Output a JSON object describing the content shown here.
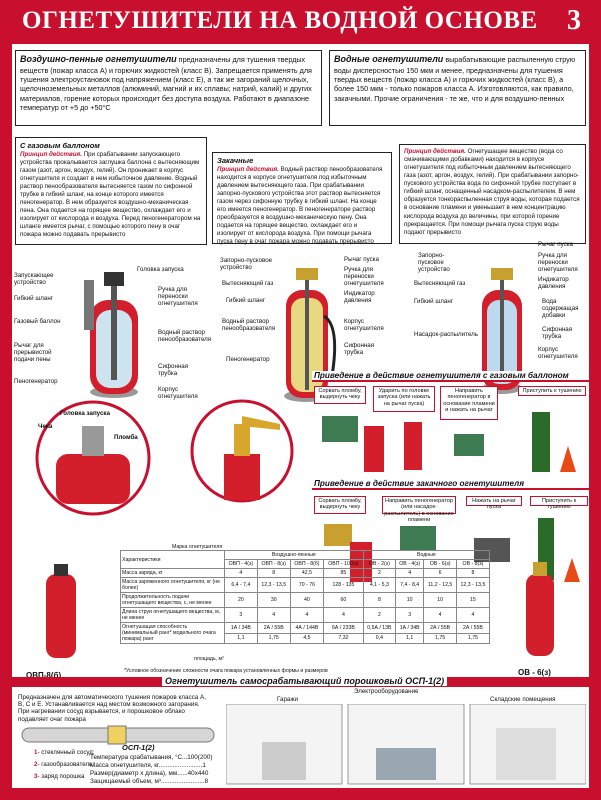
{
  "header": {
    "title": "ОГНЕТУШИТЕЛИ НА ВОДНОЙ ОСНОВЕ",
    "number": "3"
  },
  "intro_left": {
    "heading": "Воздушно-пенные огнетушители",
    "text": "предназначены для тушения твердых веществ (пожар класса А) и горючих жидкостей (класс В). Запрещается применять для тушения электроустановок под напряжением (класс Е), а так же загораний щелочных, щелочноземельных металлов (алюминий, магний и их сплавы; натрий, калий) и других материалов, горение которых происходит без доступа воздуха. Работают в диапазоне температур от +5 до +50°С"
  },
  "intro_right": {
    "heading": "Водные огнетушители",
    "text": "вырабатывающие распыленную струю воды дисперсностью 150 мкм и менее, предназначены для тушения твердых веществ (пожар класса А) и горючих жидкостей (класс В), а более 150 мкм - только пожаров класса А. Изготовляются, как правило, закачными. Прочие ограничения - те же, что и для воздушно-пенных"
  },
  "col1": {
    "heading": "С газовым баллоном",
    "principle_label": "Принцип действия.",
    "text": "При срабатывании запускающего устройства прокалывается заглушка баллона с вытесняющим газом (азот, аргон, воздух, гелий). Он проникает в корпус огнетушителя и создает в нем избыточное давление. Водный раствор пенообразователя вытесняется газом по сифонной трубке в гибкий шланг, на конце которого имеется пеногенератор. В нем образуется воздушно-механическая пена. Она подается на горящее вещество, охлаждает его и изолирует от кислорода и воздуха. Перед пеногенератором на шланге имеется рычаг, с помощью которого пену в очаг пожара можно подавать прерывисто"
  },
  "col2": {
    "heading": "Закачные",
    "principle_label": "Принцип действия.",
    "text": "Водный раствор пенообразователя находится в корпусе огнетушителя под избыточным давлением вытесняющего газа. При срабатывании запорно-пускового устройства этот раствор вытесняется газом через сифонную трубку в гибкий шланг. На конце его имеется пеногенератор. В пеногенераторе раствор преобразуется в воздушно-механическую пену. Она подается на горящее вещество, охлаждает его и изолирует от кислорода воздуха. При помощи рычага пуска пену в очаг пожара можно подавать прерывисто"
  },
  "col3": {
    "principle_label": "Принцип действия.",
    "text": "Огнетушащее вещество (вода со смачивающими добавками) находится в корпусе огнетушителя под избыточным давлением вытесняющего газа (азот, аргон, воздух, гелий). При срабатывании запорно-пускового устройства вода по сифонной трубке поступает в гибкий шланг, оснащенный насадком-распылителем. В нем образуется тонкораспыленная струя воды, которая подается в основание пламени и уменьшает в нем концентрацию кислорода воздуха до величины, при которой горение прекращается. При помощи рычага пуска струю воды подают прерывисто"
  },
  "labels1": [
    "Головка запуска",
    "Запускающее устройство",
    "Гибкий шланг",
    "Газовый баллон",
    "Рычаг для прерывистой подачи пены",
    "Пеногенератор",
    "Ручка для переноски огнетушителя",
    "Водный раствор пенообразователя",
    "Сифонная трубка",
    "Корпус огнетушителя"
  ],
  "labels2": [
    "Рычаг пуска",
    "Запорно-пусковое устройство",
    "Ручка для переноски огнетушителя",
    "Вытесняющий газ",
    "Гибкий шланг",
    "Индикатор давления",
    "Водный раствор пенообразователя",
    "Корпус огнетушителя",
    "Сифонная трубка",
    "Пеногенератор"
  ],
  "labels3": [
    "Рычаг пуска",
    "Ручка для переноски огнетушителя",
    "Запорно-пусковое устройство",
    "Индикатор давления",
    "Вытесняющий газ",
    "Гибкий шланг",
    "Вода содержащая добавки",
    "Сифонная трубка",
    "Насадок-распылитель",
    "Корпус огнетушителя"
  ],
  "detail_labels": {
    "head": "Головка запуска",
    "pin": "Чека",
    "seal": "Пломба"
  },
  "section_gas": {
    "title": "Приведение в действие огнетушителя с газовым баллоном",
    "steps": [
      "Сорвать пломбу, выдернуть чеку",
      "Ударить по головке запуска (или нажать на рычаг пуска)",
      "Направить пеногенератор в основание пламени и нажать на рычаг",
      "Приступить к тушению"
    ]
  },
  "section_pump": {
    "title": "Приведение в действие закачного огнетушителя",
    "steps": [
      "Сорвать пломбу, выдернуть чеку",
      "Направить пеногенератор (или насадок-распылитель) в основание пламени",
      "Нажать на рычаг пуска",
      "Приступить к тушению"
    ]
  },
  "models": {
    "left": "ОВП-8(б)",
    "right": "ОВ - 6(з)"
  },
  "spec_table": {
    "brand_label": "Марка огнетушителя",
    "char_label": "Характеристики",
    "group_foam": "Воздушно-пенные",
    "group_water": "Водные",
    "models": [
      "ОВП - 4(з)",
      "ОВП - 8(з)",
      "ОВП - 8(б)",
      "ОВП - 100(з)",
      "ОВ - 2(з)",
      "ОВ - 4(з)",
      "ОВ - 6(з)",
      "ОВ - 8(з)"
    ],
    "rows": [
      {
        "label": "Масса заряда, кг",
        "values": [
          "4",
          "8",
          "42,5",
          "85",
          "2",
          "4",
          "6",
          "8"
        ]
      },
      {
        "label": "Масса заряженного огнетушителя, кг (не более)",
        "values": [
          "6,4 - 7,4",
          "12,3 - 13,5",
          "70 - 76",
          "128 - 135",
          "4,1 - 5,3",
          "7,4 - 8,4",
          "11,2 - 12,5",
          "12,3 - 13,5"
        ]
      },
      {
        "label": "Продолжительность подачи огнетушащего вещества, с, не менее",
        "values": [
          "20",
          "30",
          "40",
          "60",
          "8",
          "10",
          "10",
          "15"
        ]
      },
      {
        "label": "Длина струи огнетушащего вещества, м, не менее",
        "values": [
          "3",
          "4",
          "4",
          "4",
          "2",
          "3",
          "4",
          "4"
        ]
      }
    ],
    "ability_label": "Огнетушащая способность (минимальный ранг* модельного очага пожара)",
    "rank_label": "ранг",
    "area_label": "площадь, м²",
    "ability_rank": [
      "1А / 34В",
      "2А / 55В",
      "4А / 144В",
      "6А / 233В",
      "0,5А / 13В",
      "1А / 34В",
      "2А / 55В",
      "2А / 55В"
    ],
    "ability_area": [
      "1,1",
      "1,75",
      "4,5",
      "7,32",
      "0,4",
      "1,1",
      "1,75",
      "1,75"
    ],
    "footnote": "*Условное обозначение сложности очага пожара установленных формы и размеров"
  },
  "osp": {
    "title": "Огнетушитель самосрабатывающий порошковый ОСП-1(2)",
    "text": "Предназначен для автоматического тушения пожаров класса А, В, С и Е. Устанавливается над местом возможного загорания. При нагревании сосуд взрывается, и порошковое облако подавляет очаг пожара",
    "legend": [
      {
        "num": "1",
        "text": "- стеклянный сосуд;"
      },
      {
        "num": "2",
        "text": "- газообразователь;"
      },
      {
        "num": "3",
        "text": "- заряд порошка"
      }
    ],
    "spec_title": "ОСП-1(2)",
    "specs": [
      "Температура срабатывания, °С...100(200)",
      "Масса огнетушителя, кг.........................1",
      "Размер(диаметр х длина), мм......40х440",
      "Защищаемый объем, м³.........................8"
    ],
    "rooms": [
      "Гаражи",
      "Электрооборудование",
      "Складские помещения"
    ]
  }
}
